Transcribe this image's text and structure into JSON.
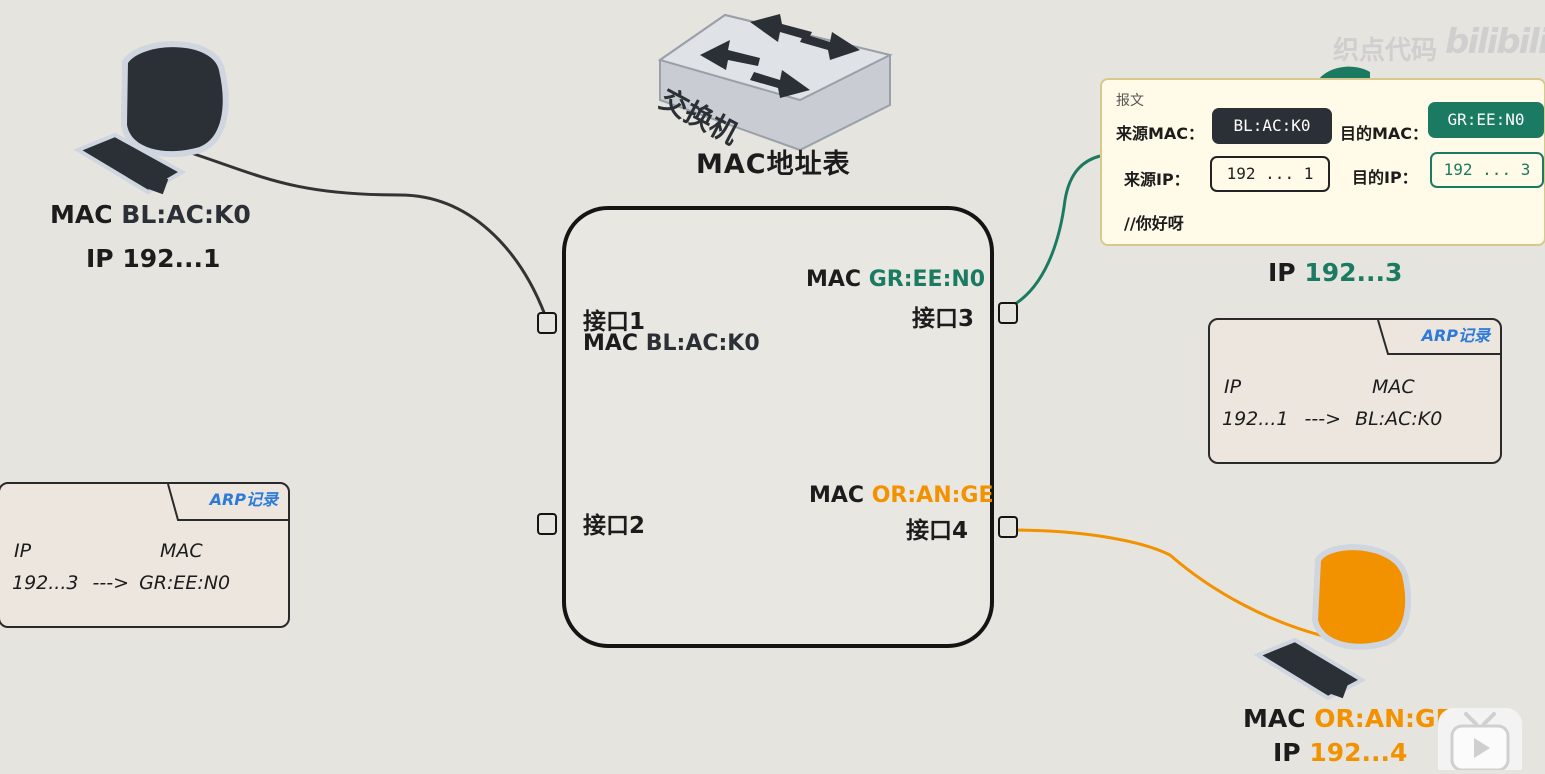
{
  "pc1": {
    "mac_prefix": "MAC ",
    "mac": "BL:AC:K0",
    "ip_prefix": "IP ",
    "ip": "192...1",
    "color": "#2b2f36"
  },
  "pc3": {
    "ip_prefix": "IP ",
    "ip": "192...3",
    "color": "#1b7a62"
  },
  "pc4": {
    "mac_prefix": "MAC ",
    "mac": "OR:AN:GE",
    "ip_prefix": "IP ",
    "ip": "192...4",
    "color": "#f39200"
  },
  "switch": {
    "icon_label": "交换机",
    "table_title": "MAC地址表",
    "ports": [
      {
        "label": "接口1",
        "mac_prefix": "MAC ",
        "mac": "BL:AC:K0"
      },
      {
        "label": "接口2"
      },
      {
        "label": "接口3",
        "mac_prefix": "MAC ",
        "mac": "GR:EE:N0"
      },
      {
        "label": "接口4",
        "mac_prefix": "MAC ",
        "mac": "OR:AN:GE"
      }
    ]
  },
  "packet": {
    "title": "报文",
    "src_mac_label": "来源MAC：",
    "src_mac": "BL:AC:K0",
    "dst_mac_label": "目的MAC：",
    "dst_mac": "GR:EE:N0",
    "src_ip_label": "来源IP：",
    "src_ip": "192 ... 1",
    "dst_ip_label": "目的IP：",
    "dst_ip": "192 ... 3",
    "message": "//你好呀"
  },
  "arp_left": {
    "title": "ARP记录",
    "ip_header": "IP",
    "mac_header": "MAC",
    "ip": "192...3",
    "arrow": "--->",
    "mac": "GR:EE:N0"
  },
  "arp_right": {
    "title": "ARP记录",
    "ip_header": "IP",
    "mac_header": "MAC",
    "ip": "192...1",
    "arrow": "--->",
    "mac": "BL:AC:K0"
  },
  "watermark": {
    "text": "织点代码",
    "logo": "bilibili"
  },
  "colors": {
    "black_wire": "#333333",
    "green_wire": "#1b7a62",
    "orange_wire": "#f39200",
    "arrow": "#f7b5b0"
  }
}
